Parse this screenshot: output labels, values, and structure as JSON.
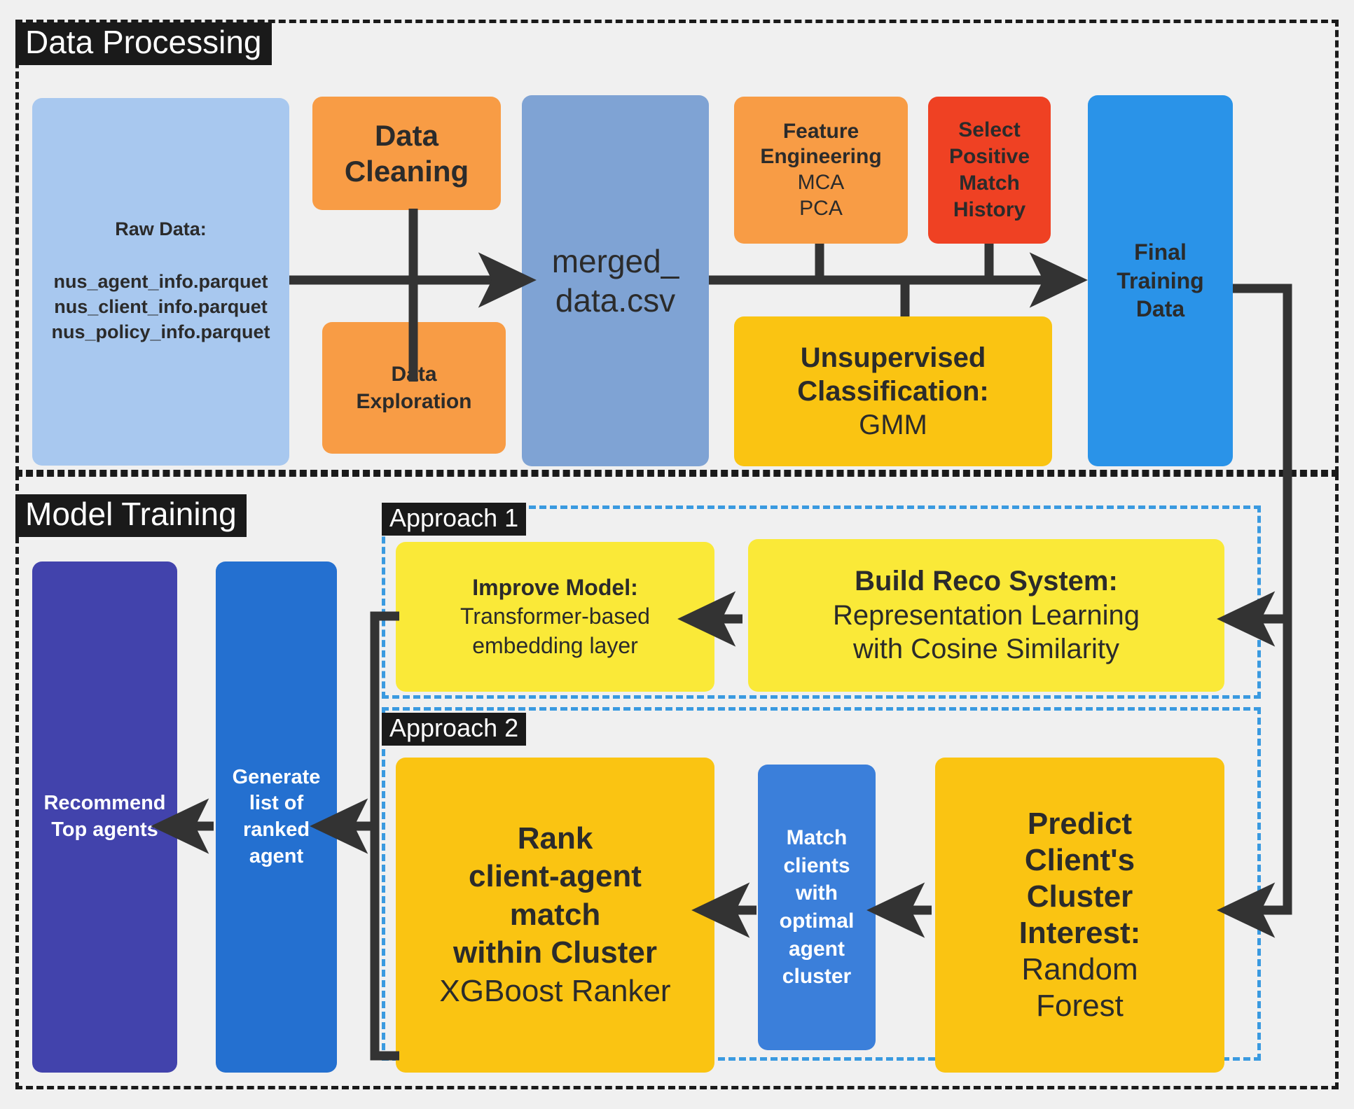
{
  "sections": {
    "data_processing": {
      "label": "Data Processing"
    },
    "model_training": {
      "label": "Model Training"
    },
    "approach1": {
      "label": "Approach 1"
    },
    "approach2": {
      "label": "Approach 2"
    }
  },
  "colors": {
    "canvas": "#f0f0f0",
    "dark": "#333333",
    "label_bg": "#1a1a1a",
    "raw_data": "#a8c8ef",
    "orange": "#f89c45",
    "merged": "#7fa3d4",
    "red": "#ef4123",
    "blue": "#2a93e8",
    "yellow_light": "#fae938",
    "yellow_gold": "#fac412",
    "blue_mid": "#3b7fda",
    "indigo": "#4243ac",
    "dashed_blue": "#3a9ae0"
  },
  "nodes": {
    "raw_data": {
      "title": "Raw Data:",
      "files": [
        "nus_agent_info.parquet",
        "nus_client_info.parquet",
        "nus_policy_info.parquet"
      ]
    },
    "data_cleaning": {
      "line1": "Data",
      "line2": "Cleaning"
    },
    "data_exploration": {
      "line1": "Data",
      "line2": "Exploration"
    },
    "merged_data": {
      "line1": "merged_",
      "line2": "data.csv"
    },
    "feature_engineering": {
      "line1": "Feature",
      "line2": "Engineering",
      "line3": "MCA",
      "line4": "PCA"
    },
    "select_positive": {
      "line1": "Select",
      "line2": "Positive",
      "line3": "Match",
      "line4": "History"
    },
    "unsupervised": {
      "line1": "Unsupervised",
      "line2": "Classification:",
      "line3": "GMM"
    },
    "final_training": {
      "line1": "Final",
      "line2": "Training",
      "line3": "Data"
    },
    "improve_model": {
      "line1": "Improve Model:",
      "line2": "Transformer-based",
      "line3": "embedding layer"
    },
    "build_reco": {
      "line1": "Build Reco System:",
      "line2": "Representation Learning",
      "line3": "with Cosine Similarity"
    },
    "rank_match": {
      "line1": "Rank",
      "line2": "client-agent",
      "line3": "match",
      "line4": "within Cluster",
      "line5": "XGBoost Ranker"
    },
    "match_clients": {
      "line1": "Match",
      "line2": "clients",
      "line3": "with",
      "line4": "optimal",
      "line5": "agent",
      "line6": "cluster"
    },
    "predict_cluster": {
      "line1": "Predict",
      "line2": "Client's",
      "line3": "Cluster",
      "line4": "Interest:",
      "line5": "Random",
      "line6": "Forest"
    },
    "generate_list": {
      "line1": "Generate",
      "line2": "list of",
      "line3": "ranked",
      "line4": "agent"
    },
    "recommend_top": {
      "line1": "Recommend",
      "line2": "Top agents"
    }
  }
}
